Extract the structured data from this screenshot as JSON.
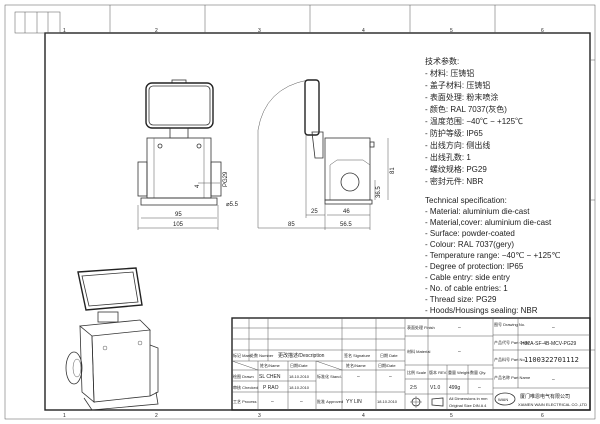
{
  "grid_labels": {
    "top": [
      "1",
      "2",
      "3",
      "4",
      "5",
      "6"
    ],
    "bottom": [
      "1",
      "2",
      "3",
      "4",
      "5",
      "6"
    ]
  },
  "dimensions": {
    "front": {
      "d95": "95",
      "d105": "105",
      "hole": "⌀5.5",
      "thread": "PG29",
      "small": "4"
    },
    "side": {
      "d25": "25",
      "d46": "46",
      "d85": "85",
      "d56": "56.5",
      "d81": "81",
      "d36": "36.5"
    }
  },
  "spec_cn": {
    "title": "技术参数:",
    "items": [
      "- 材料: 压铸铝",
      "- 盖子材料: 压铸铝",
      "- 表面处理: 粉末喷涂",
      "- 颜色: RAL 7037(灰色)",
      "- 温度范围: −40℃ − +125℃",
      "- 防护等级: IP65",
      "- 出线方向: 侧出线",
      "- 出线孔数: 1",
      "- 螺纹规格: PG29",
      "- 密封元件: NBR"
    ]
  },
  "spec_en": {
    "title": "Technical specification:",
    "items": [
      "- Material: aluminium die-cast",
      "- Material,cover: aluminium die-cast",
      "- Surface: powder-coated",
      "- Colour: RAL 7037(gery)",
      "- Temperature range: −40℃ − +125℃",
      "- Degree of protection: IP65",
      "- Cable entry: side entry",
      "- No. of cable entries: 1",
      "- Thread size: PG29",
      "- Hoods/Housings sealing: NBR"
    ]
  },
  "title_block": {
    "mark": "标记 Mark",
    "number": "处数 Number",
    "description": "更改描述/Description",
    "signature": "签名 Signature",
    "date": "日期 Date",
    "name_h": "姓名/Name",
    "date_h": "日期/Date",
    "name_h2": "姓名/Name",
    "date_h2": "日期/Date",
    "drawn": "绘图 Drawn",
    "drawn_name": "SL CHEN",
    "drawn_date": "18.10.2010",
    "stand": "标准化 Stand.",
    "stand_name": "–",
    "stand_date": "–",
    "checked": "审核 Checked",
    "checked_name": "P RAO",
    "checked_date": "18.10.2010",
    "process": "工艺 Process",
    "process_name": "–",
    "process_date": "–",
    "approved": "批准 Approved",
    "approved_name": "YY LIN",
    "approved_date": "18.10.2010",
    "finish": "表面处理 Finish",
    "finish_val": "–",
    "material": "材料 Material",
    "material_val": "–",
    "scale": "比例 Scale",
    "rev": "版本 REV.",
    "weight": "重量 Weight",
    "qty": "数量 Qty.",
    "scale_val": "2:5",
    "rev_val": "V1.0",
    "weight_val": "499g",
    "qty_val": "–",
    "units_note1": "All Dimensions in mm",
    "units_note2": "Original Size DIN A 4",
    "drawing_no": "图号 Drawing No.",
    "drawing_no_val": "–",
    "part_code": "产品代号 Part Code",
    "part_code_val": "H32A-SF-4B-MCV-PG29",
    "part_no": "产品料号 Part No.",
    "part_no_val": "1100322701112",
    "part_name": "产品名称 Part Name",
    "part_name_val": "–",
    "company_cn": "厦门唯恩电气有限公司",
    "company_en": "XIAMEN WAIN ELECTRICAL CO.,LTD",
    "logo": "WAIN"
  }
}
